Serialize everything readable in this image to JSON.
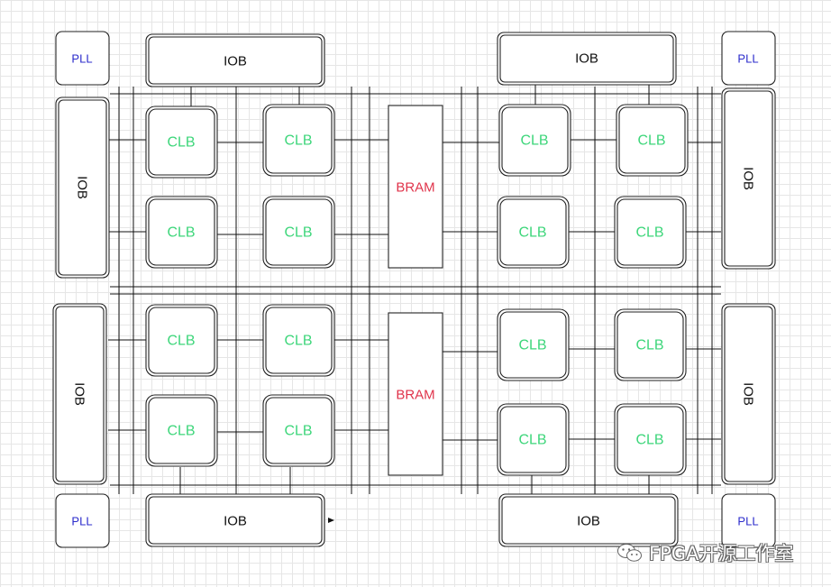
{
  "labels": {
    "clb": "CLB",
    "iob": "IOB",
    "pll": "PLL",
    "bram": "BRAM"
  },
  "watermark": {
    "text": "FPGA开源工作室",
    "icon": "wechat-icon"
  },
  "colors": {
    "clb_text": "#3dd67a",
    "bram_text": "#e0344b",
    "pll_text": "#2d2dcc",
    "grid": "#e6e6e6"
  }
}
